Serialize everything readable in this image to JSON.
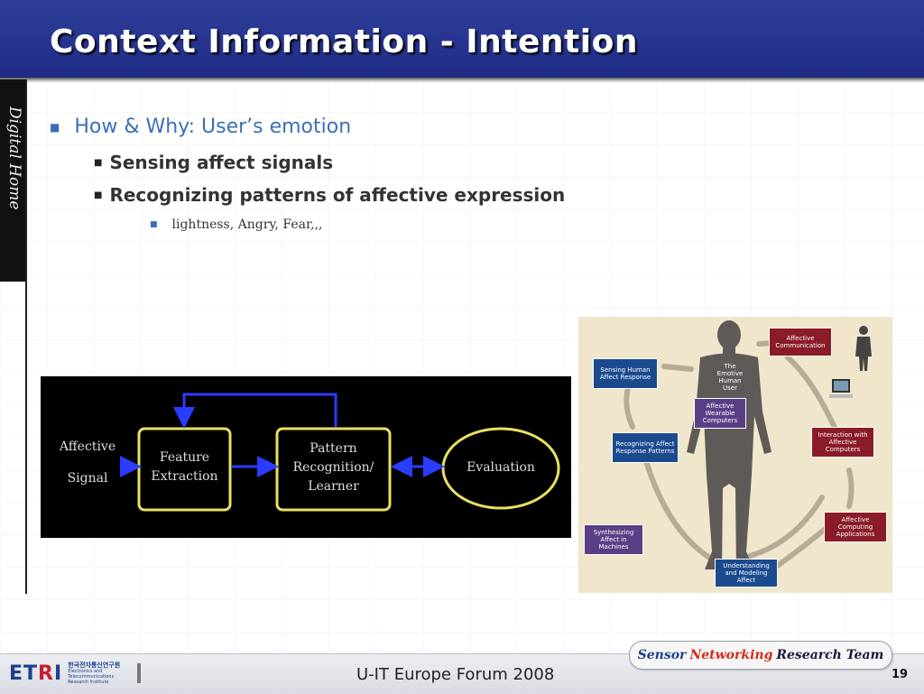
{
  "slide": {
    "title": "Context Information - Intention",
    "side_label": "Digital Home",
    "page_number": "19"
  },
  "bullets": {
    "level1": "How & Why: User’s emotion",
    "level2_a": "Sensing affect signals",
    "level2_b": "Recognizing patterns of affective expression",
    "level3": "lightness, Angry, Fear,,,"
  },
  "flow_diagram": {
    "input_line1": "Affective",
    "input_line2": "Signal",
    "box1_line1": "Feature",
    "box1_line2": "Extraction",
    "box2_line1": "Pattern",
    "box2_line2": "Recognition/",
    "box2_line3": "Learner",
    "ellipse": "Evaluation",
    "colors": {
      "box_border": "#e8e060",
      "arrow": "#2a3cff",
      "background": "#000000"
    }
  },
  "affect_figure": {
    "sensing": "Sensing Human Affect Response",
    "recognizing": "Recognizing Affect Response Patterns",
    "synthesizing": "Synthesizing Affect in Machines",
    "understanding": "Understanding and Modeling Affect",
    "communication": "Affective Communication",
    "wearable": "Affective Wearable Computers",
    "interaction": "Interaction with Affective Computers",
    "applications": "Affective Computing Applications",
    "center": "The Emotive Human User",
    "colors": {
      "blue": "#1b4a8f",
      "red": "#8a1b28",
      "purple": "#5b3f86",
      "background": "#efe6cc"
    }
  },
  "footer": {
    "logo_text_e": "ET",
    "logo_text_r": "R",
    "logo_text_i": "I",
    "logo_subtitle_kr": "한국전자통신연구원",
    "logo_subtitle_en": "Electronics and Telecommunications Research Institute",
    "forum": "U-IT Europe Forum 2008",
    "team_part1": "Sensor",
    "team_part2": "Networking",
    "team_part3": "Research Team"
  },
  "colors": {
    "title_bar": "#2f3f9a",
    "bullet_blue": "#3b6fb8",
    "etri_blue": "#1d3f8f",
    "etri_red": "#c61e2d"
  }
}
